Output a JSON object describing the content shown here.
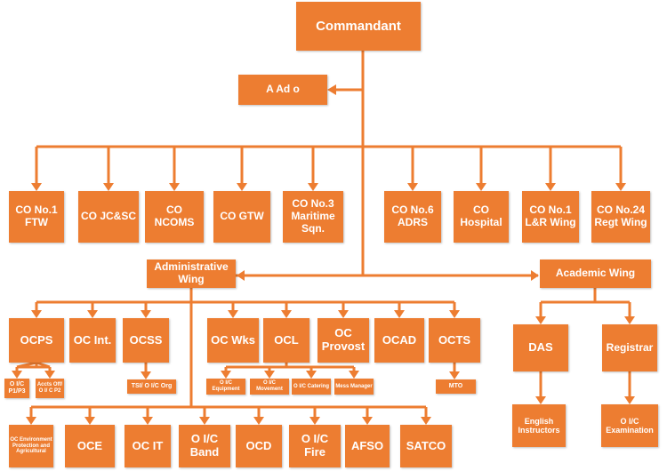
{
  "color": "#ED7D31",
  "top": {
    "commandant": "Commandant",
    "aado": "A Ad o"
  },
  "cos": [
    "CO No.1 FTW",
    "CO JC&SC",
    "CO NCOMS",
    "CO GTW",
    "CO No.3 Maritime Sqn.",
    "CO No.6 ADRS",
    "CO Hospital",
    "CO No.1 L&R Wing",
    "CO No.24 Regt Wing"
  ],
  "wings": {
    "admin": "Administrative Wing",
    "academic": "Academic Wing"
  },
  "admin_row": [
    "OCPS",
    "OC Int.",
    "OCSS",
    "OC Wks",
    "OCL",
    "OC Provost",
    "OCAD",
    "OCTS"
  ],
  "ocps_sub": [
    "O I/C P1/P3",
    "Accts Off/ O I/ C P2"
  ],
  "ocss_sub": "TSI/ O I/C Org",
  "ocl_sub": [
    "O I/C Equipment",
    "O I/C Movement",
    "O I/C Catering",
    "Mess Manager"
  ],
  "octs_sub": "MTO",
  "bottom_row": [
    "OC Environment Protection and Agricultural",
    "OCE",
    "OC IT",
    "O I/C Band",
    "OCD",
    "O I/C Fire",
    "AFSO",
    "SATCO"
  ],
  "academic_row": [
    "DAS",
    "Registrar"
  ],
  "academic_sub": [
    "English Instructors",
    "O I/C Examination"
  ]
}
